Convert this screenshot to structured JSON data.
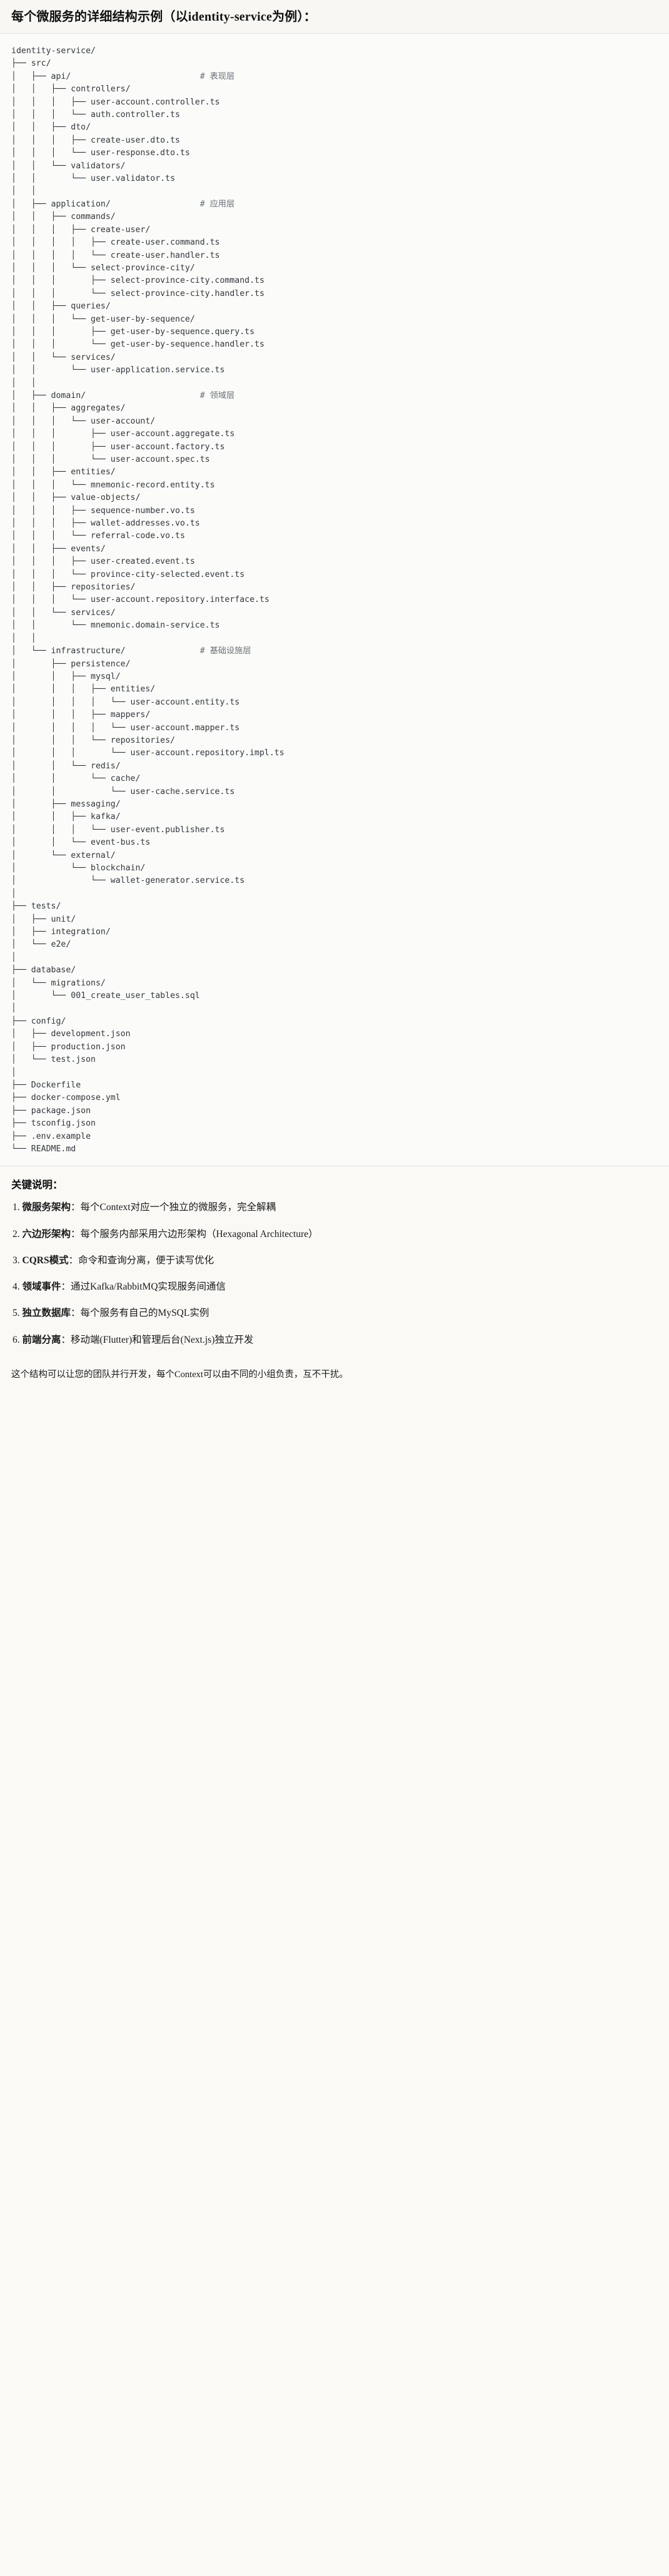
{
  "header": {
    "title": "每个微服务的详细结构示例（以identity-service为例）："
  },
  "tree": {
    "root": "identity-service/",
    "text": "identity-service/\n├── src/\n│   ├── api/                          # 表现层\n│   │   ├── controllers/\n│   │   │   ├── user-account.controller.ts\n│   │   │   └── auth.controller.ts\n│   │   ├── dto/\n│   │   │   ├── create-user.dto.ts\n│   │   │   └── user-response.dto.ts\n│   │   └── validators/\n│   │       └── user.validator.ts\n│   │\n│   ├── application/                  # 应用层\n│   │   ├── commands/\n│   │   │   ├── create-user/\n│   │   │   │   ├── create-user.command.ts\n│   │   │   │   └── create-user.handler.ts\n│   │   │   └── select-province-city/\n│   │   │       ├── select-province-city.command.ts\n│   │   │       └── select-province-city.handler.ts\n│   │   ├── queries/\n│   │   │   └── get-user-by-sequence/\n│   │   │       ├── get-user-by-sequence.query.ts\n│   │   │       └── get-user-by-sequence.handler.ts\n│   │   └── services/\n│   │       └── user-application.service.ts\n│   │\n│   ├── domain/                       # 领域层\n│   │   ├── aggregates/\n│   │   │   └── user-account/\n│   │   │       ├── user-account.aggregate.ts\n│   │   │       ├── user-account.factory.ts\n│   │   │       └── user-account.spec.ts\n│   │   ├── entities/\n│   │   │   └── mnemonic-record.entity.ts\n│   │   ├── value-objects/\n│   │   │   ├── sequence-number.vo.ts\n│   │   │   ├── wallet-addresses.vo.ts\n│   │   │   └── referral-code.vo.ts\n│   │   ├── events/\n│   │   │   ├── user-created.event.ts\n│   │   │   └── province-city-selected.event.ts\n│   │   ├── repositories/\n│   │   │   └── user-account.repository.interface.ts\n│   │   └── services/\n│   │       └── mnemonic.domain-service.ts\n│   │\n│   └── infrastructure/               # 基础设施层\n│       ├── persistence/\n│       │   ├── mysql/\n│       │   │   ├── entities/\n│       │   │   │   └── user-account.entity.ts\n│       │   │   ├── mappers/\n│       │   │   │   └── user-account.mapper.ts\n│       │   │   └── repositories/\n│       │   │       └── user-account.repository.impl.ts\n│       │   └── redis/\n│       │       └── cache/\n│       │           └── user-cache.service.ts\n│       ├── messaging/\n│       │   ├── kafka/\n│       │   │   └── user-event.publisher.ts\n│       │   └── event-bus.ts\n│       └── external/\n│           └── blockchain/\n│               └── wallet-generator.service.ts\n│\n├── tests/\n│   ├── unit/\n│   ├── integration/\n│   └── e2e/\n│\n├── database/\n│   └── migrations/\n│       └── 001_create_user_tables.sql\n│\n├── config/\n│   ├── development.json\n│   ├── production.json\n│   └── test.json\n│\n├── Dockerfile\n├── docker-compose.yml\n├── package.json\n├── tsconfig.json\n├── .env.example\n└── README.md",
    "layer_comments": [
      "# 表现层",
      "# 应用层",
      "# 领域层",
      "# 基础设施层"
    ]
  },
  "keypoints": {
    "title": "关键说明：",
    "items": [
      {
        "term": "微服务架构",
        "sep": "：",
        "desc": "每个Context对应一个独立的微服务，完全解耦"
      },
      {
        "term": "六边形架构",
        "sep": "：",
        "desc": "每个服务内部采用六边形架构（Hexagonal Architecture）"
      },
      {
        "term": "CQRS模式",
        "sep": "：",
        "desc": "命令和查询分离，便于读写优化"
      },
      {
        "term": "领域事件",
        "sep": "：",
        "desc": "通过Kafka/RabbitMQ实现服务间通信"
      },
      {
        "term": "独立数据库",
        "sep": "：",
        "desc": "每个服务有自己的MySQL实例"
      },
      {
        "term": "前端分离",
        "sep": "：",
        "desc": "移动端(Flutter)和管理后台(Next.js)独立开发"
      }
    ]
  },
  "footnote": {
    "text": "这个结构可以让您的团队并行开发，每个Context可以由不同的小组负责，互不干扰。"
  }
}
